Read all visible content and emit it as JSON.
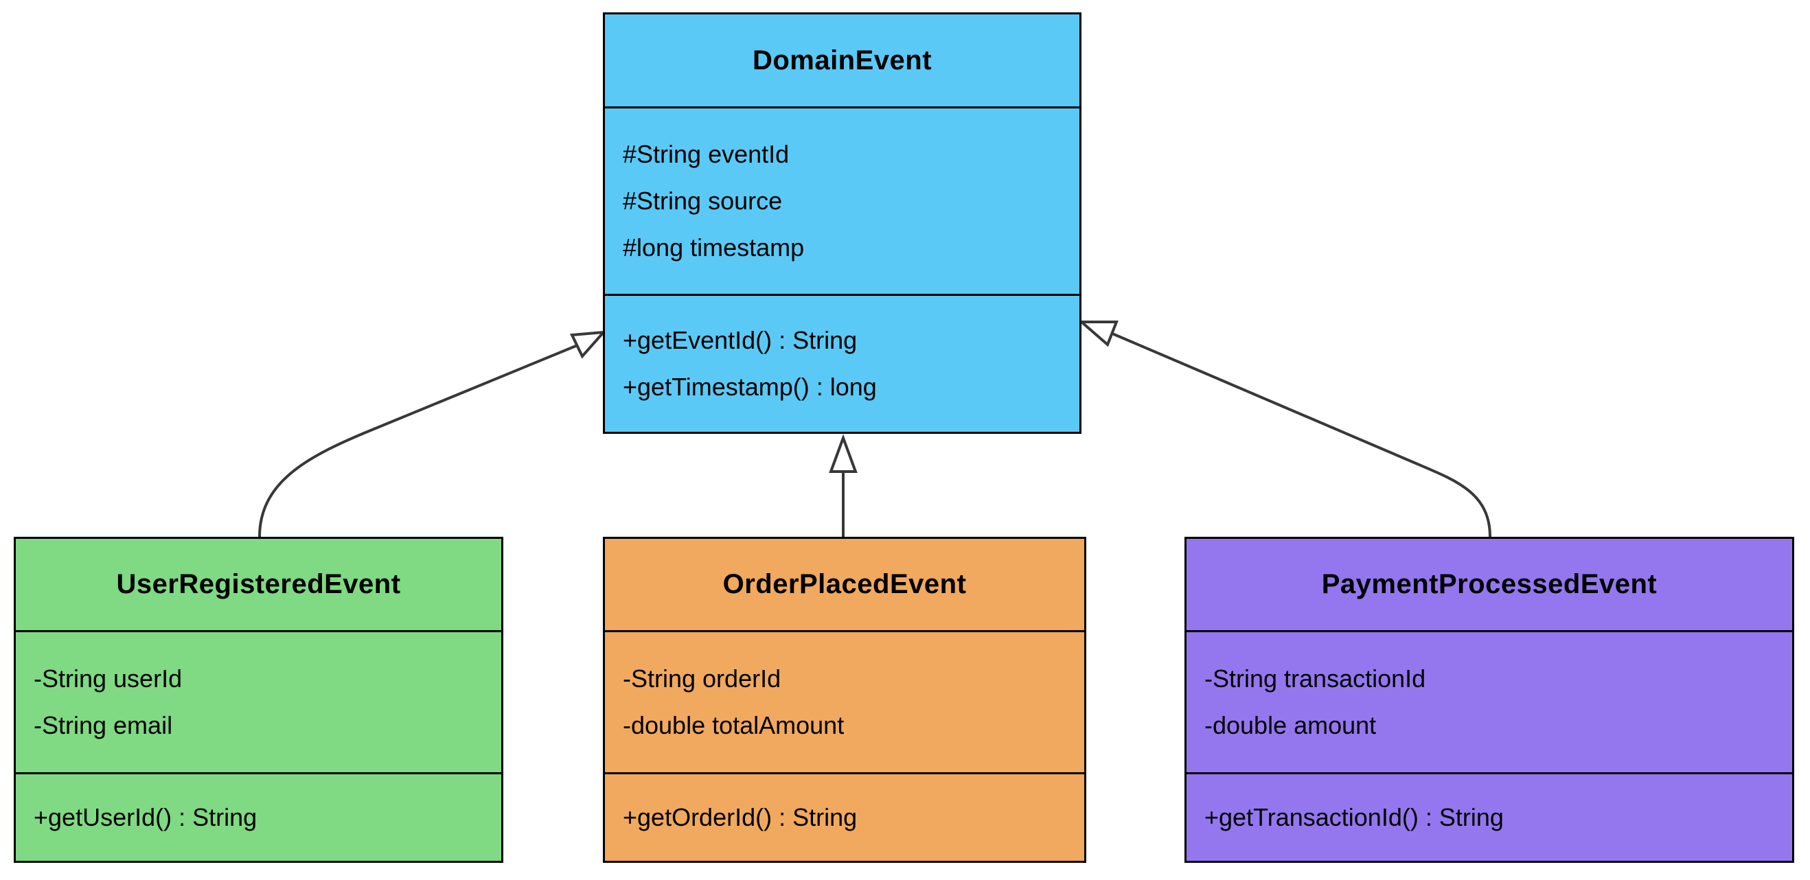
{
  "diagram": {
    "type": "uml-class-diagram",
    "background_color": "#ffffff",
    "border_color": "#000000",
    "edge_color": "#383838",
    "classes": [
      {
        "name": "DomainEvent",
        "fill": "#5BC9F5",
        "attributes": [
          "#String eventId",
          "#String source",
          "#long timestamp"
        ],
        "methods": [
          "+getEventId() : String",
          "+getTimestamp() : long"
        ]
      },
      {
        "name": "UserRegisteredEvent",
        "fill": "#80D983",
        "attributes": [
          "-String userId",
          "-String email"
        ],
        "methods": [
          "+getUserId() : String"
        ]
      },
      {
        "name": "OrderPlacedEvent",
        "fill": "#F0A95E",
        "attributes": [
          "-String orderId",
          "-double totalAmount"
        ],
        "methods": [
          "+getOrderId() : String"
        ]
      },
      {
        "name": "PaymentProcessedEvent",
        "fill": "#9477EE",
        "attributes": [
          "-String transactionId",
          "-double amount"
        ],
        "methods": [
          "+getTransactionId() : String"
        ]
      }
    ],
    "relations": [
      {
        "from": "UserRegisteredEvent",
        "to": "DomainEvent",
        "type": "inheritance"
      },
      {
        "from": "OrderPlacedEvent",
        "to": "DomainEvent",
        "type": "inheritance"
      },
      {
        "from": "PaymentProcessedEvent",
        "to": "DomainEvent",
        "type": "inheritance"
      }
    ]
  }
}
